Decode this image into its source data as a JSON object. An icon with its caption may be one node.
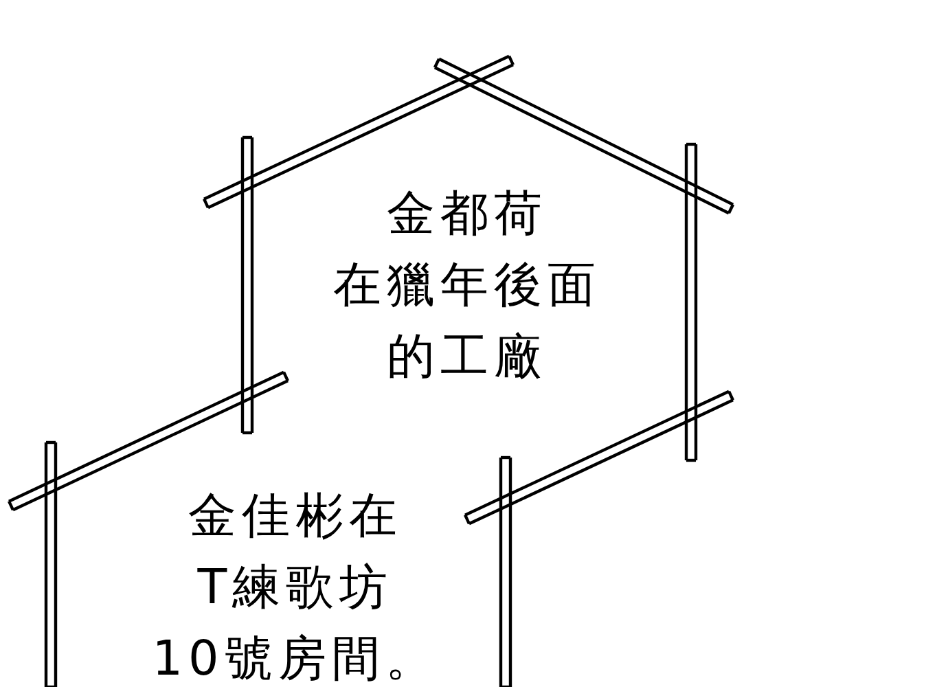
{
  "diagram": {
    "nodes": [
      {
        "text": [
          "金都荷",
          "在獵年後面",
          "的工廠"
        ]
      },
      {
        "text": [
          "金佳彬在",
          "T練歌坊",
          "10號房間。"
        ]
      }
    ]
  }
}
